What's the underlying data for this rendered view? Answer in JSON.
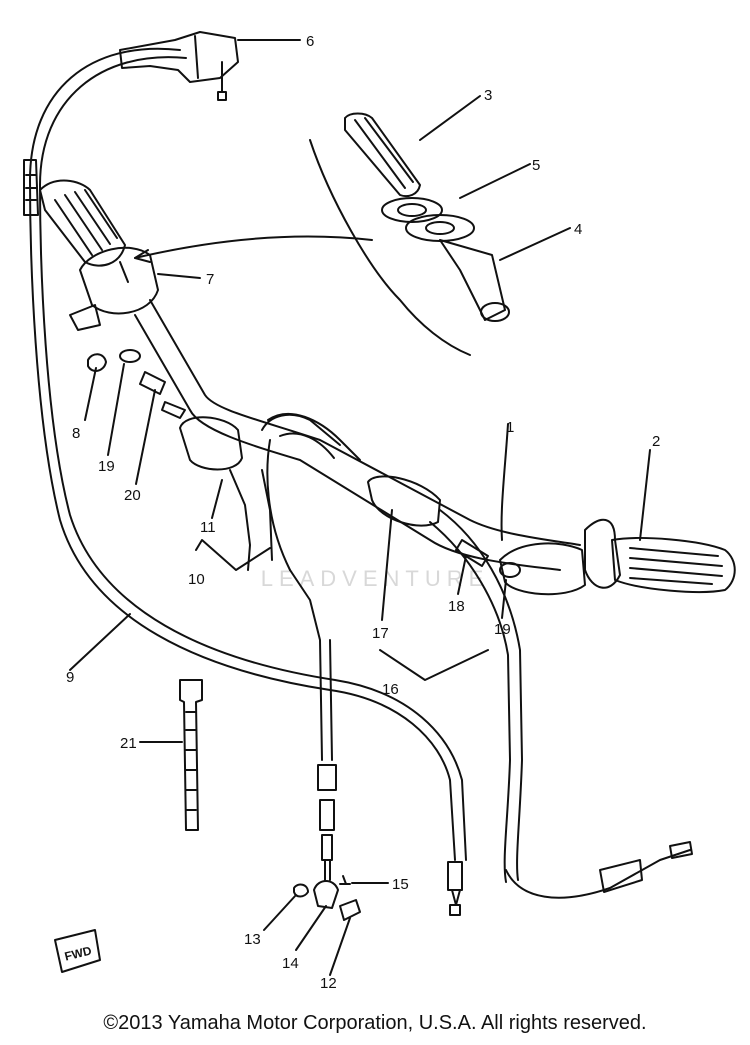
{
  "diagram": {
    "watermark": "LEADVENTURE",
    "fwd_label": "FWD",
    "copyright": "©2013 Yamaha Motor Corporation, U.S.A. All rights reserved.",
    "part_labels": [
      {
        "id": "p1",
        "text": "1"
      },
      {
        "id": "p2",
        "text": "2"
      },
      {
        "id": "p3",
        "text": "3"
      },
      {
        "id": "p4",
        "text": "4"
      },
      {
        "id": "p5",
        "text": "5"
      },
      {
        "id": "p6",
        "text": "6"
      },
      {
        "id": "p7",
        "text": "7"
      },
      {
        "id": "p8",
        "text": "8"
      },
      {
        "id": "p9",
        "text": "9"
      },
      {
        "id": "p10",
        "text": "10"
      },
      {
        "id": "p11",
        "text": "11"
      },
      {
        "id": "p12",
        "text": "12"
      },
      {
        "id": "p13",
        "text": "13"
      },
      {
        "id": "p14",
        "text": "14"
      },
      {
        "id": "p15",
        "text": "15"
      },
      {
        "id": "p16",
        "text": "16"
      },
      {
        "id": "p17",
        "text": "17"
      },
      {
        "id": "p18",
        "text": "18"
      },
      {
        "id": "p19a",
        "text": "19"
      },
      {
        "id": "p19b",
        "text": "19"
      },
      {
        "id": "p20",
        "text": "20"
      },
      {
        "id": "p21",
        "text": "21"
      }
    ]
  }
}
